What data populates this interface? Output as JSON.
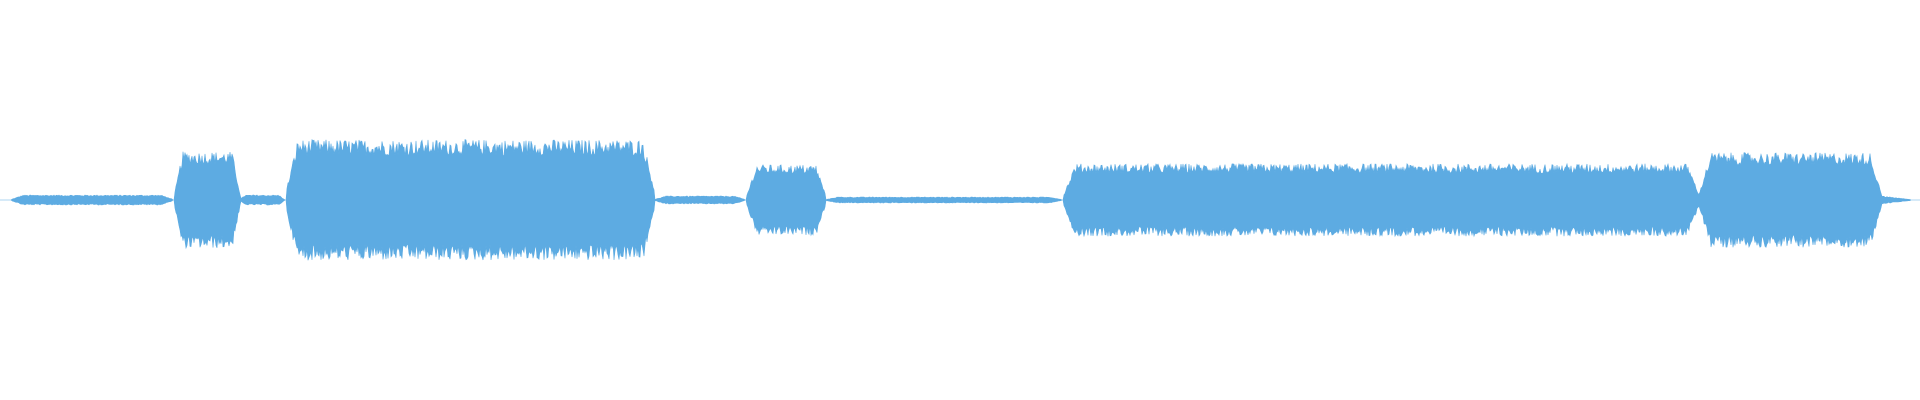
{
  "waveform": {
    "color": "#5dabe2",
    "background": "#ffffff",
    "description_segments": [
      {
        "start": 0.006,
        "end": 0.09,
        "level": 0.05,
        "kind": "quiet"
      },
      {
        "start": 0.091,
        "end": 0.125,
        "level": 0.48,
        "kind": "burst"
      },
      {
        "start": 0.125,
        "end": 0.148,
        "level": 0.05,
        "kind": "quiet"
      },
      {
        "start": 0.149,
        "end": 0.341,
        "level": 0.6,
        "kind": "burst"
      },
      {
        "start": 0.341,
        "end": 0.388,
        "level": 0.04,
        "kind": "quiet"
      },
      {
        "start": 0.389,
        "end": 0.43,
        "level": 0.35,
        "kind": "burst"
      },
      {
        "start": 0.43,
        "end": 0.553,
        "level": 0.03,
        "kind": "quiet"
      },
      {
        "start": 0.554,
        "end": 0.885,
        "level": 0.36,
        "kind": "sustain"
      },
      {
        "start": 0.885,
        "end": 0.98,
        "level": 0.47,
        "kind": "sustain"
      },
      {
        "start": 0.98,
        "end": 0.995,
        "level": 0.04,
        "kind": "tail"
      }
    ]
  }
}
